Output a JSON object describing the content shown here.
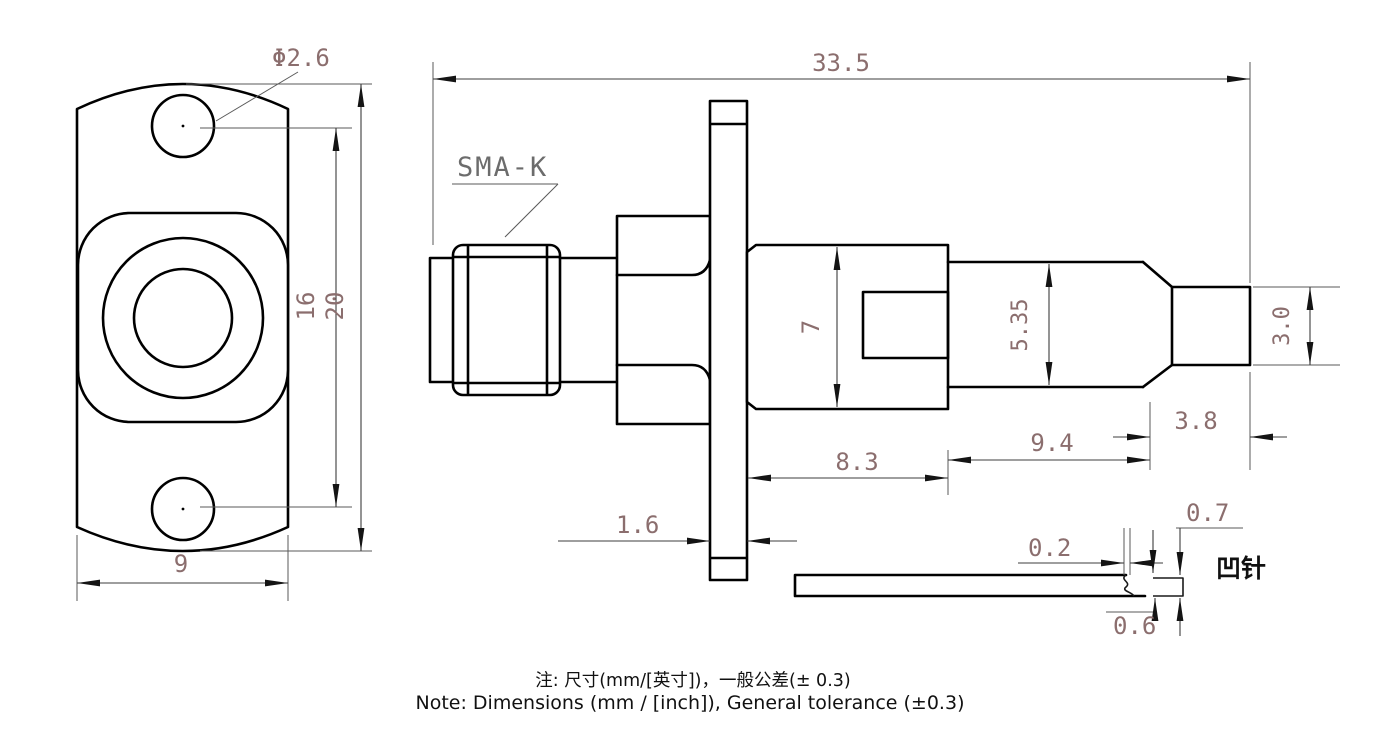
{
  "front_view": {
    "hole_diameter": "Φ2.6",
    "hole_spacing": "16",
    "flange_height": "20",
    "flange_width": "9"
  },
  "side_view": {
    "connector_label": "SMA-K",
    "overall_length": "33.5",
    "flange_thickness": "1.6",
    "hex_body_width": "7",
    "body_length": "8.3",
    "shaft_diameter": "5.35",
    "shaft_length": "9.4",
    "tip_diameter": "3.0",
    "tip_length": "3.8"
  },
  "pin_detail": {
    "recess_depth": "0.2",
    "step_top": "0.7",
    "step_bottom": "0.6",
    "pin_label": "凹针"
  },
  "notes": {
    "line1": "注: 尺寸(mm/[英寸])，一般公差(± 0.3)",
    "line2": "Note: Dimensions (mm / [inch]), General tolerance (±0.3)"
  },
  "colors": {
    "geometry": "#000000",
    "dimension_text": "#8b6e6e",
    "label_text": "#6c6c6c",
    "note_text": "#111111"
  }
}
